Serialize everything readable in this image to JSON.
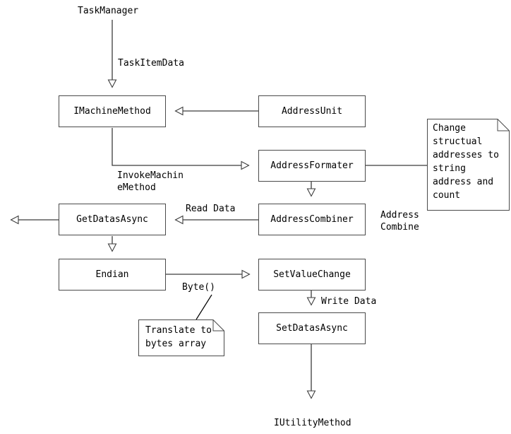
{
  "diagram": {
    "title_text": "TaskManager",
    "boxes": [
      {
        "id": "imachinemethod",
        "label": "IMachineMethod"
      },
      {
        "id": "addressunit",
        "label": "AddressUnit"
      },
      {
        "id": "addressformater",
        "label": "AddressFormater"
      },
      {
        "id": "addresscombiner",
        "label": "AddressCombiner"
      },
      {
        "id": "getdatasasync",
        "label": "GetDatasAsync"
      },
      {
        "id": "endian",
        "label": "Endian"
      },
      {
        "id": "setvaluechange",
        "label": "SetValueChange"
      },
      {
        "id": "setdatasasync",
        "label": "SetDatasAsync"
      }
    ],
    "edge_labels": {
      "task_item_data": "TaskItemData",
      "invoke_machine_method": "InvokeMachin\neMethod",
      "read_data": "Read Data",
      "byte": "Byte()",
      "write_data": "Write Data",
      "address_combine": "Address\nCombine"
    },
    "endpoints": {
      "top": "TaskManager",
      "bottom": "IUtilityMethod"
    },
    "notes": [
      {
        "id": "note-change-address",
        "text": "Change\nstructual\naddresses to\nstring\naddress and\ncount"
      },
      {
        "id": "note-translate-bytes",
        "text": "Translate to\nbytes array"
      }
    ],
    "colors": {
      "stroke": "#4a4a4a",
      "line": "#3c3c3c",
      "text": "#000000",
      "background": "#ffffff"
    }
  }
}
